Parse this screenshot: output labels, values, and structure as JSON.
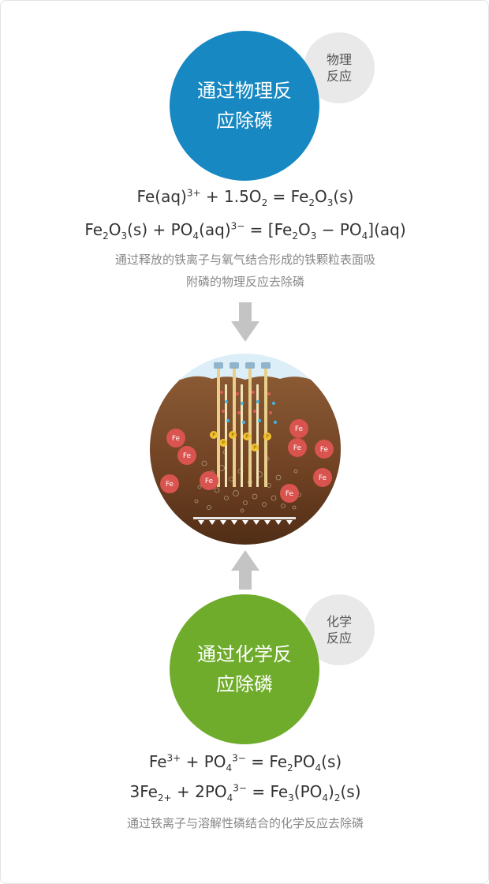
{
  "physical": {
    "tag_line1": "物理",
    "tag_line2": "反应",
    "title_line1": "通过物理反",
    "title_line2": "应除磷",
    "eq1": {
      "a": "Fe(aq)",
      "a_sup": "3+",
      "b": " + 1.5O",
      "b_sub": "2",
      "c": " = Fe",
      "c_sub": "2",
      "d": "O",
      "d_sub": "3",
      "e": "(s)"
    },
    "eq2": {
      "a": "Fe",
      "a_sub": "2",
      "b": "O",
      "b_sub": "3",
      "c": "(s) + PO",
      "c_sub": "4",
      "d": "(aq)",
      "d_sup": "3−",
      "e": " = [Fe",
      "e_sub": "2",
      "f": "O",
      "f_sub": "3",
      "g": " − PO",
      "g_sub": "4",
      "h": "](aq)"
    },
    "desc_line1": "通过释放的铁离子与氧气结合形成的铁颗粒表面吸",
    "desc_line2": "附磷的物理反应去除磷"
  },
  "chemical": {
    "tag_line1": "化学",
    "tag_line2": "反应",
    "title_line1": "通过化学反",
    "title_line2": "应除磷",
    "eq1": {
      "a": "Fe",
      "a_sup": "3+",
      "b": " + PO",
      "b_sub": "4",
      "b_sup": "3−",
      "c": " = Fe",
      "c_sub": "2",
      "d": "PO",
      "d_sub": "4",
      "e": "(s)"
    },
    "eq2": {
      "a": "3Fe",
      "a_sub": "2+",
      "b": " + 2PO",
      "b_sub": "4",
      "b_sup": "3−",
      "c": " = Fe",
      "c_sub": "3",
      "d": "(PO",
      "d_sub": "4",
      "e": ")",
      "e_sub": "2",
      "f": "(s)"
    },
    "desc": "通过铁离子与溶解性磷结合的化学反应去除磷"
  },
  "diagram": {
    "fe_label": "Fe",
    "p_label": "P"
  },
  "colors": {
    "blue": "#1788c2",
    "green": "#6fac2b",
    "tag_gray": "#e9e9e9",
    "arrow_gray": "#c4c4c4",
    "soil": "#7a4a28",
    "sky": "#dceef7",
    "fe_ion": "#d9534f",
    "p_ion": "#f2c230"
  }
}
